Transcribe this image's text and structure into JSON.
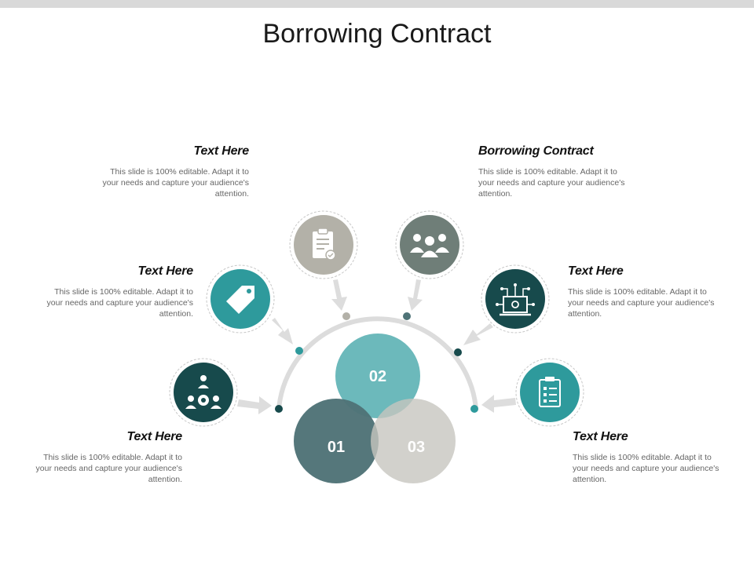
{
  "title": "Borrowing Contract",
  "colors": {
    "dark_teal": "#174a4c",
    "teal": "#2e9a9c",
    "light_teal": "#6cb9bb",
    "slate": "#4f7377",
    "gray_green": "#6f7e78",
    "warm_gray": "#b3b1a8",
    "light_gray": "#c7c6bf",
    "arc": "#dcdcdc"
  },
  "circles": [
    {
      "label": "01",
      "color": "#4f7377"
    },
    {
      "label": "02",
      "color": "#6cb9bb"
    },
    {
      "label": "03",
      "color": "#c7c6bf"
    }
  ],
  "icons": [
    {
      "name": "team-gear-icon",
      "color": "#174a4c"
    },
    {
      "name": "price-tag-icon",
      "color": "#2e9a9c"
    },
    {
      "name": "clipboard-check-icon",
      "color": "#b3b1a8"
    },
    {
      "name": "people-group-icon",
      "color": "#6f7e78"
    },
    {
      "name": "circuit-laptop-icon",
      "color": "#174a4c"
    },
    {
      "name": "checklist-icon",
      "color": "#2e9a9c"
    }
  ],
  "blocks": [
    {
      "heading": "Text Here",
      "body": "This slide is 100% editable. Adapt it to your needs and capture your audience's attention."
    },
    {
      "heading": "Text Here",
      "body": "This slide is 100% editable. Adapt it to your needs and capture your audience's attention."
    },
    {
      "heading": "Text Here",
      "body": "This slide is 100% editable. Adapt it to your needs and capture your audience's attention."
    },
    {
      "heading": "Borrowing Contract",
      "body": "This slide is 100% editable. Adapt it to your needs and capture your audience's attention."
    },
    {
      "heading": "Text Here",
      "body": "This slide is 100% editable. Adapt it to your needs and capture your audience's attention."
    },
    {
      "heading": "Text Here",
      "body": "This slide is 100% editable. Adapt it to your needs and capture your audience's attention."
    }
  ]
}
